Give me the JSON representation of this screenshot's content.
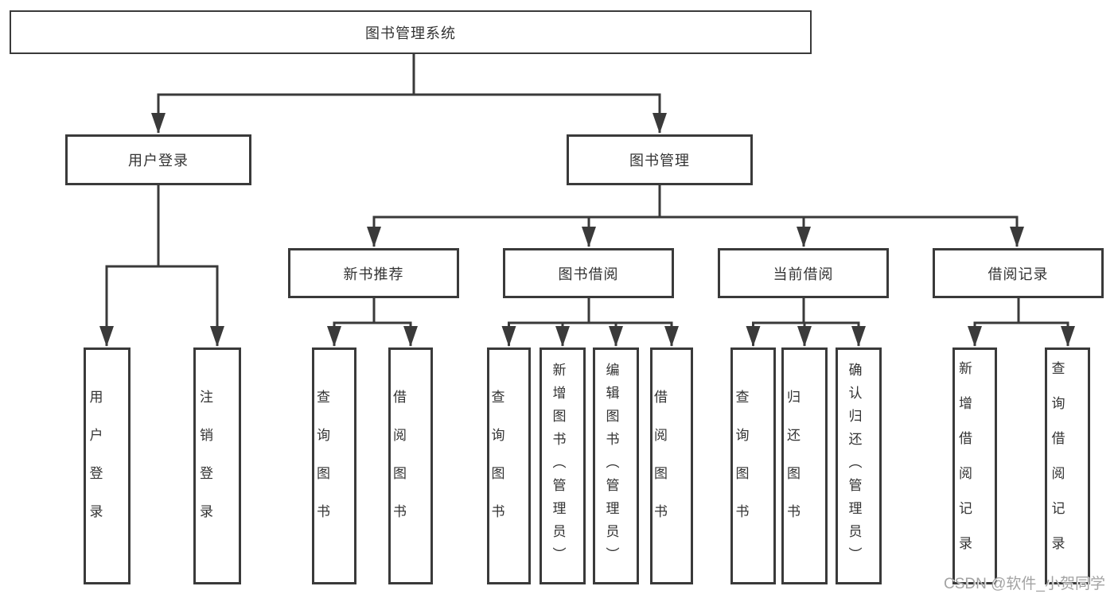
{
  "diagram": {
    "tree": {
      "root": {
        "label": "图书管理系统"
      },
      "children": [
        {
          "label": "用户登录",
          "children": [
            {
              "label": "用户登录"
            },
            {
              "label": "注销登录"
            }
          ]
        },
        {
          "label": "图书管理",
          "children": [
            {
              "label": "新书推荐",
              "children": [
                {
                  "label": "查询图书"
                },
                {
                  "label": "借阅图书"
                }
              ]
            },
            {
              "label": "图书借阅",
              "children": [
                {
                  "label": "查询图书"
                },
                {
                  "label": "新增图书（管理员）"
                },
                {
                  "label": "编辑图书（管理员）"
                },
                {
                  "label": "借阅图书"
                }
              ]
            },
            {
              "label": "当前借阅",
              "children": [
                {
                  "label": "查询图书"
                },
                {
                  "label": "归还图书"
                },
                {
                  "label": "确认归还（管理员）"
                }
              ]
            },
            {
              "label": "借阅记录",
              "children": [
                {
                  "label": "新增借阅记录"
                },
                {
                  "label": "查询借阅记录"
                }
              ]
            }
          ]
        }
      ]
    },
    "colors": {
      "line": "#3a3a3a",
      "box_border": "#3a3a3a",
      "box_fill": "#ffffff",
      "text": "#333333",
      "watermark_text": "#a3a3a3",
      "background": "#ffffff"
    }
  },
  "watermark": "CSDN @软件_小贺同学"
}
